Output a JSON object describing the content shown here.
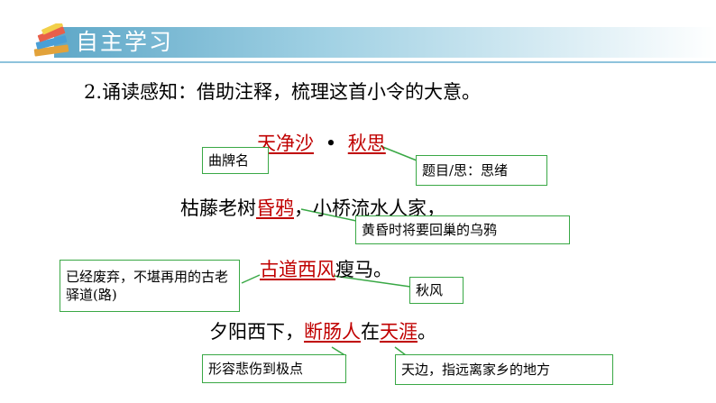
{
  "header": {
    "title": "自主学习",
    "icon": "books-icon",
    "accent": "#5fa8c8"
  },
  "instruction": "2.诵读感知：借助注释，梳理这首小令的大意。",
  "poem": {
    "title_part1": "天净沙",
    "title_dot": "•",
    "title_part2": "秋思",
    "line1_a": "枯藤老树",
    "line1_b": "昏鸦",
    "line1_c": "，小桥流水人家，",
    "line2_a": "古道西风",
    "line2_b": "瘦马。",
    "line3_a": "夕阳西下，",
    "line3_b": "断肠人",
    "line3_c": "在",
    "line3_d": "天涯",
    "line3_e": "。"
  },
  "notes": {
    "qupai": "曲牌名",
    "tiyan": "题目/思：思绪",
    "hunya": "黄昏时将要回巢的乌鸦",
    "gudao": "已经废弃，不堪再用的古老驿道(路)",
    "xifeng": "秋风",
    "duanchang": "形容悲伤到极点",
    "tianya": "天边，指远离家乡的地方"
  },
  "colors": {
    "highlight": "#c00000",
    "note_border": "#39a845"
  }
}
